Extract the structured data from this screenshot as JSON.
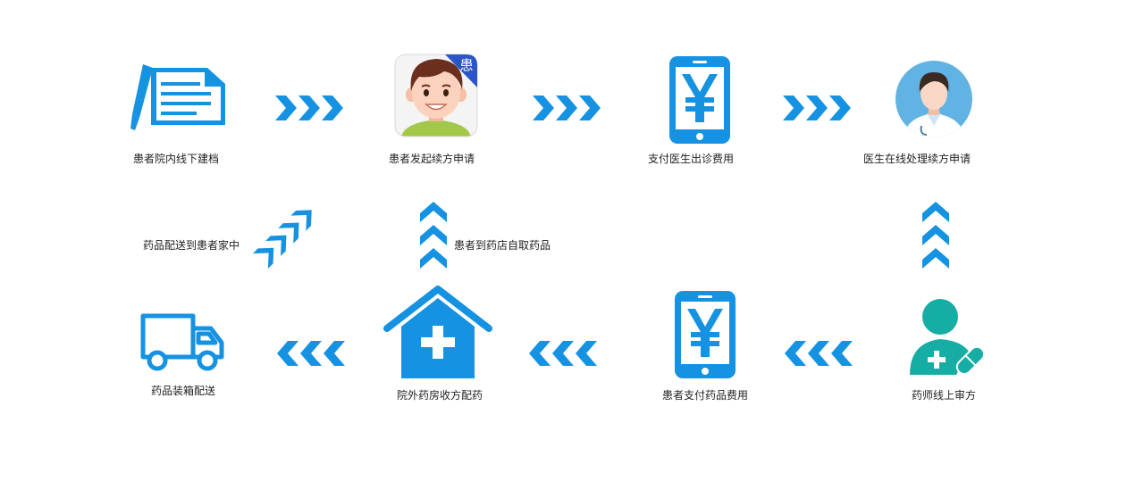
{
  "colors": {
    "primary": "#1592e1",
    "teal": "#16ada5",
    "doctor_bg": "#61b3e3",
    "skin": "#fbd2bd",
    "hair": "#6b2f1e",
    "shirt": "#a2c84a",
    "text": "#222222"
  },
  "icons": {
    "record": "document-pen-icon",
    "patient": "patient-avatar-icon",
    "payment": "phone-yen-icon",
    "doctor": "doctor-avatar-icon",
    "pharmacist": "pharmacist-icon",
    "pharmacy": "pharmacy-house-icon",
    "truck": "delivery-truck-icon"
  },
  "badge": "患",
  "steps": {
    "s1": "患者院内线下建档",
    "s2": "患者发起续方申请",
    "s3": "支付医生出诊费用",
    "s4": "医生在线处理续方申请",
    "s5": "药师线上审方",
    "s6": "患者支付药品费用",
    "s7": "院外药房收方配药",
    "s8": "药品装箱配送"
  },
  "branches": {
    "pickup": "患者到药店自取药品",
    "delivery": "药品配送到患者家中"
  }
}
